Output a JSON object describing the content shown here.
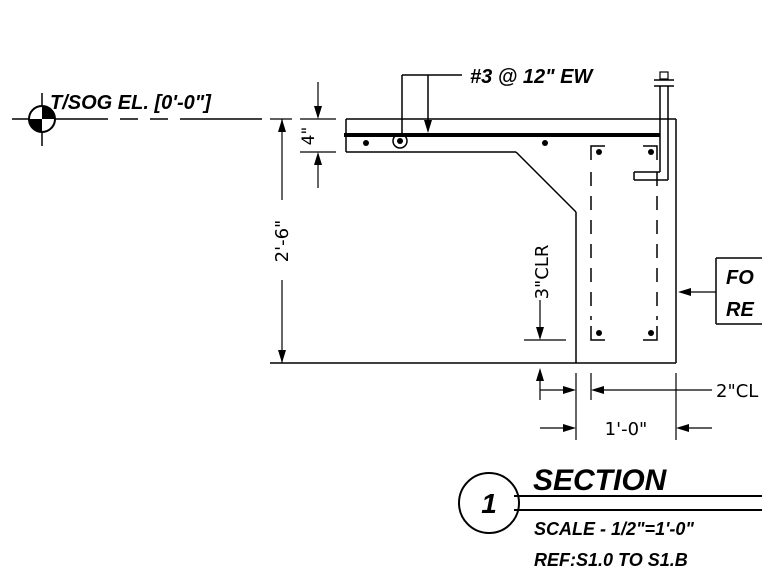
{
  "drawing": {
    "elevation_label": "T/SOG EL. [0'-0\"]",
    "rebar_callout": "#3 @ 12\" EW",
    "slab_thickness": "4\"",
    "footing_depth": "2'-6\"",
    "clear_cover_bottom": "3\"CLR",
    "clear_cover_side": "2\"CL",
    "footing_width": "1'-0\"",
    "note_box_line1": "FO",
    "note_box_line2": "RE"
  },
  "section_title": {
    "number": "1",
    "title": "SECTION",
    "scale": "SCALE - 1/2\"=1'-0\"",
    "reference": "REF:S1.0 TO S1.B"
  }
}
